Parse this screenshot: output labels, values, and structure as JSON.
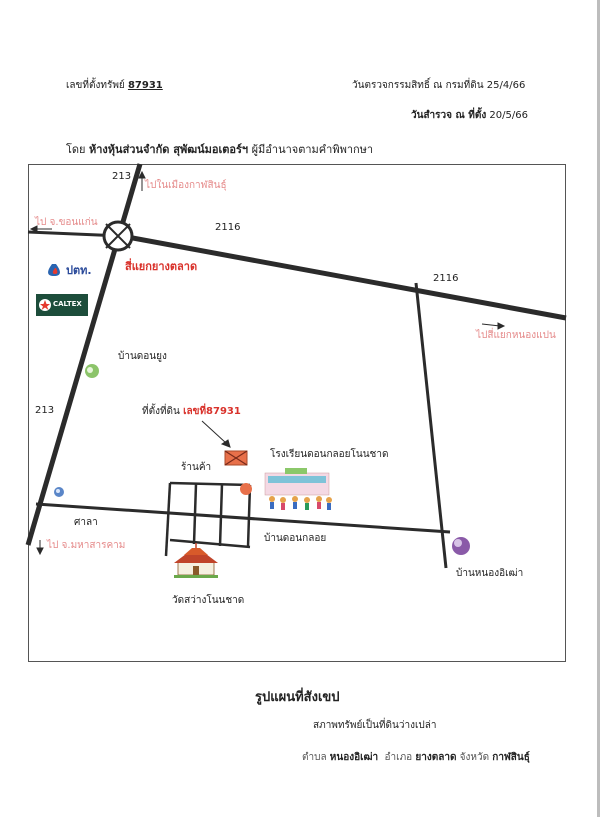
{
  "header": {
    "deed_label": "เลขที่ตั้งทรัพย์",
    "deed_number": "87931",
    "check_date_label": "วันตรวจกรรมสิทธิ์ ณ กรมที่ดิน",
    "check_date": "25/4/66",
    "survey_date_label": "วันสำรวจ ณ ที่ตั้ง",
    "survey_date": "20/5/66",
    "by_prefix": "โดย",
    "company": "ห้างหุ้นส่วนจำกัด สุพัฒน์มอเตอร์ฯ",
    "by_suffix": "ผู้มีอำนาจตามคำพิพากษา"
  },
  "map": {
    "road_213_top": "213",
    "road_213_left": "213",
    "road_2116_a": "2116",
    "road_2116_b": "2116",
    "to_kalasin_city": "ไปในเมืองกาฬสินธุ์",
    "to_khon_kaen": "ไป จ.ขอนแก่น",
    "to_nong_pan": "ไปสี่แยกหนองแปน",
    "to_maha_sarakham": "ไป จ.มหาสารคาม",
    "intersection": "สี่แยกยางตลาด",
    "ptt_text": "ปตท.",
    "caltex_text": "CALTEX",
    "ban_don_yung": "บ้านดอนยูง",
    "site_label_prefix": "ที่ตั้งที่ดิน",
    "site_label_deed": "เลขที่87931",
    "shop": "ร้านค้า",
    "school": "โรงเรียนดอนกลอยโนนชาด",
    "sala": "ศาลา",
    "ban_don_kloi": "บ้านดอนกลอย",
    "temple": "วัดสว่างโนนชาด",
    "ban_nong_i_tao": "บ้านหนองอิเฒ่า",
    "colors": {
      "road": "#2b2b2b",
      "accent_red": "#d9322b",
      "pink": "#e58a8a",
      "marker_orange": "#e8704a",
      "marker_purple": "#8a5aa8",
      "marker_green": "#8cc46a",
      "marker_blue": "#5a86c8"
    }
  },
  "footer": {
    "title": "รูปแผนที่สังเขป",
    "condition": "สภาพทรัพย์เป็นที่ดินว่างเปล่า",
    "tambon_label": "ตำบล",
    "tambon": "หนองอิเฒ่า",
    "amphoe_label": "อำเภอ",
    "amphoe": "ยางตลาด",
    "province_label": "จังหวัด",
    "province": "กาฬสินธุ์"
  }
}
